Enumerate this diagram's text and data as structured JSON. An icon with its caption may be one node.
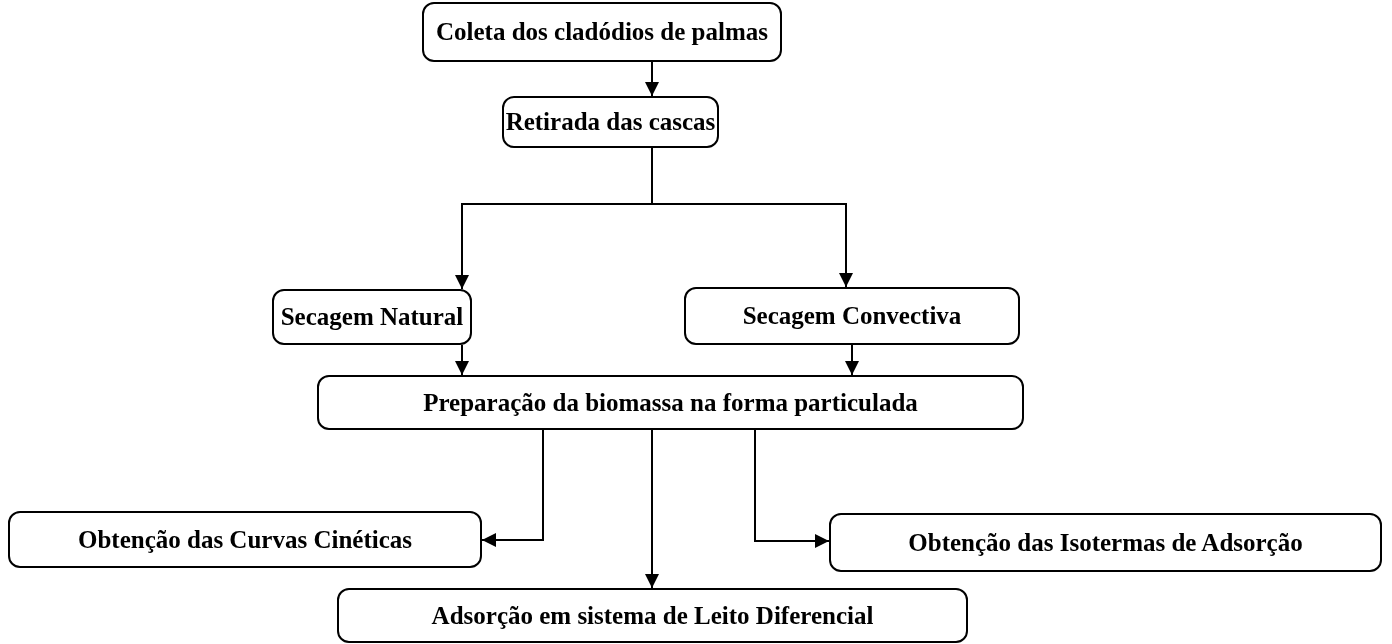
{
  "diagram": {
    "nodes": [
      {
        "text": [
          "Coleta dos cladódios de palmas"
        ]
      },
      {
        "text": [
          "Retirada das cascas"
        ]
      },
      {
        "text": [
          "Secagem Natural"
        ]
      },
      {
        "text": [
          "Secagem Convectiva"
        ]
      },
      {
        "text": [
          "Preparação da biomassa na forma particulada"
        ]
      },
      {
        "text": [
          "Obtenção das Curvas Cinéticas"
        ]
      },
      {
        "text": [
          "Obtenção das Isotermas de Adsorção"
        ]
      },
      {
        "text": [
          "Adsorção em sistema de Leito Diferencial"
        ]
      }
    ],
    "edges": [
      {
        "from": 0,
        "to": 1,
        "arrow": "to"
      },
      {
        "from": 1,
        "to": 2,
        "arrow": "to"
      },
      {
        "from": 1,
        "to": 3,
        "arrow": "to"
      },
      {
        "from": 2,
        "to": 4,
        "arrow": "to"
      },
      {
        "from": 3,
        "to": 4,
        "arrow": "to"
      },
      {
        "from": 4,
        "to": 5,
        "arrow": "to"
      },
      {
        "from": 4,
        "to": 7,
        "arrow": "to"
      },
      {
        "from": 4,
        "to": 6,
        "arrow": "to"
      }
    ]
  }
}
